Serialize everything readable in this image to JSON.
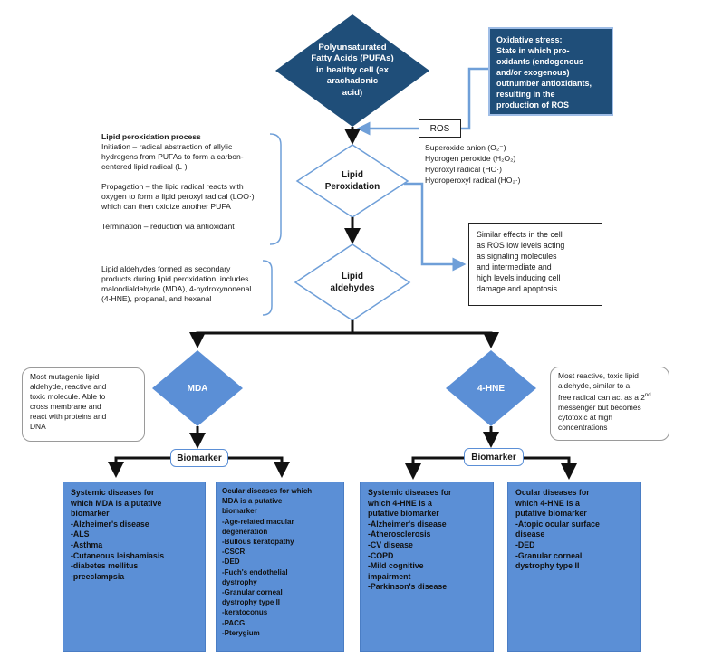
{
  "pufa": {
    "lines": [
      "Polyunsaturated",
      "Fatty Acids (PUFAs)",
      "in healthy cell (ex",
      "arachadonic",
      "acid)"
    ]
  },
  "oxidative_stress": {
    "lines": [
      "Oxidative stress:",
      "State in which pro-",
      "oxidants (endogenous",
      "and/or exogenous)",
      "outnumber antioxidants,",
      "resulting in the",
      "production of ROS"
    ]
  },
  "ros": {
    "label": "ROS",
    "species": [
      "Superoxide anion (O₂⁻)",
      "Hydrogen peroxide (H₂O₂)",
      "Hydroxyl radical (HO·)",
      "Hydroperoxyl radical (HO₂·)"
    ]
  },
  "lipid_peroxidation": {
    "lines": [
      "Lipid",
      "Peroxidation"
    ]
  },
  "process": {
    "title": "Lipid peroxidation process",
    "initiation": [
      "Initiation – radical abstraction of allylic",
      "hydrogens from PUFAs to form a carbon-",
      "centered lipid radical (L·)"
    ],
    "propagation": [
      "Propagation – the lipid radical reacts with",
      "oxygen to form a lipid peroxyl radical (LOO·)",
      "which can then oxidize another PUFA"
    ],
    "termination": [
      "Termination – reduction via antioxidant"
    ]
  },
  "similar_effects": {
    "lines": [
      "Similar effects in the cell",
      "as ROS low levels acting",
      "as signaling molecules",
      "and intermediate and",
      "high levels inducing cell",
      "damage and apoptosis"
    ]
  },
  "lipid_aldehydes": {
    "lines": [
      "Lipid",
      "aldehydes"
    ]
  },
  "aldehydes_note": {
    "lines": [
      "Lipid aldehydes formed as secondary",
      "products during lipid peroxidation, includes",
      "malondialdehyde (MDA), 4-hydroxynonenal",
      "(4-HNE), propanal, and hexanal"
    ]
  },
  "mda": {
    "label": "MDA",
    "note": [
      "Most mutagenic lipid",
      "aldehyde, reactive and",
      "toxic molecule. Able to",
      "cross membrane and",
      "react with proteins and",
      "DNA"
    ],
    "biomarker": "Biomarker",
    "systemic": [
      "Systemic diseases for",
      "which MDA is a putative",
      "biomarker",
      "-Alzheimer's disease",
      "-ALS",
      "-Asthma",
      "-Cutaneous leishamiasis",
      "-diabetes mellitus",
      "-preeclampsia"
    ],
    "ocular": [
      "Ocular diseases for which",
      "MDA is a putative",
      "biomarker",
      "-Age-related macular",
      "degeneration",
      "-Bullous keratopathy",
      "-CSCR",
      "-DED",
      "-Fuch's endothelial",
      "dystrophy",
      "-Granular corneal",
      "dystrophy type II",
      "-keratoconus",
      "-PACG",
      "-Pterygium"
    ]
  },
  "hne": {
    "label": "4-HNE",
    "note": [
      "Most reactive, toxic lipid",
      "aldehyde, similar to a",
      "free radical can act as a 2nd",
      "messenger but becomes",
      "cytotoxic at high",
      "concentrations"
    ],
    "biomarker": "Biomarker",
    "systemic": [
      "Systemic diseases for",
      "which 4-HNE is a",
      "putative biomarker",
      "-Alzheimer's disease",
      "-Atherosclerosis",
      "-CV disease",
      "-COPD",
      "-Mild cognitive",
      "impairment",
      "-Parkinson's disease"
    ],
    "ocular": [
      "Ocular diseases for",
      "which 4-HNE is a",
      "putative biomarker",
      "-Atopic ocular surface",
      "disease",
      "-DED",
      "-Granular corneal",
      "dystrophy type II"
    ]
  },
  "colors": {
    "dark_navy": "#1f4e79",
    "medium_blue": "#5b8fd6",
    "link_blue": "#6f9fd8",
    "arrow_black": "#111111"
  }
}
